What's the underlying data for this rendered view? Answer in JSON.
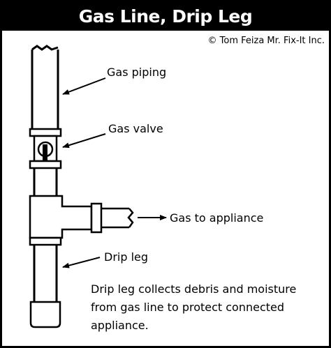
{
  "title": "Gas Line, Drip Leg",
  "credit": "© Tom Feiza Mr. Fix-It Inc.",
  "labels": {
    "gas_piping": "Gas piping",
    "gas_valve": "Gas valve",
    "gas_to_appliance": "Gas to appliance",
    "drip_leg": "Drip leg"
  },
  "note": "Drip leg collects debris and moisture from gas line to protect connected appliance."
}
